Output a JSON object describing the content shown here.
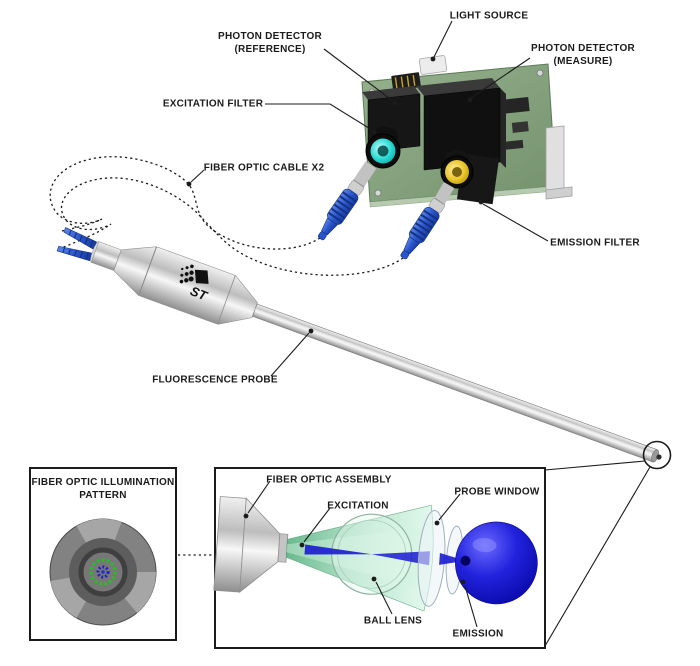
{
  "labels": {
    "light_source": "LIGHT SOURCE",
    "photon_detector_reference": "PHOTON DETECTOR\n(REFERENCE)",
    "photon_detector_measure": "PHOTON DETECTOR\n(MEASURE)",
    "excitation_filter": "EXCITATION FILTER",
    "fiber_optic_cable": "FIBER OPTIC CABLE X2",
    "emission_filter": "EMISSION FILTER",
    "fluorescence_probe": "FLUORESCENCE PROBE",
    "illumination_pattern": "FIBER OPTIC ILLUMINATION\nPATTERN",
    "fiber_optic_assembly": "FIBER OPTIC ASSEMBLY",
    "excitation": "EXCITATION",
    "probe_window": "PROBE WINDOW",
    "ball_lens": "BALL LENS",
    "emission": "EMISSION",
    "probe_logo": "ST"
  },
  "colors": {
    "ink": "#1b1b1b",
    "pcb_green": "#8aa782",
    "fiber_blue": "#2a55cc",
    "excitation_cyan": "#25d8d2",
    "emission_yellow": "#e8c428",
    "beam_green": "#3fae74",
    "emission_blue": "#1a1ad0",
    "pattern_green": "#1dc51d",
    "metal_gray": "#b5b5b5"
  }
}
